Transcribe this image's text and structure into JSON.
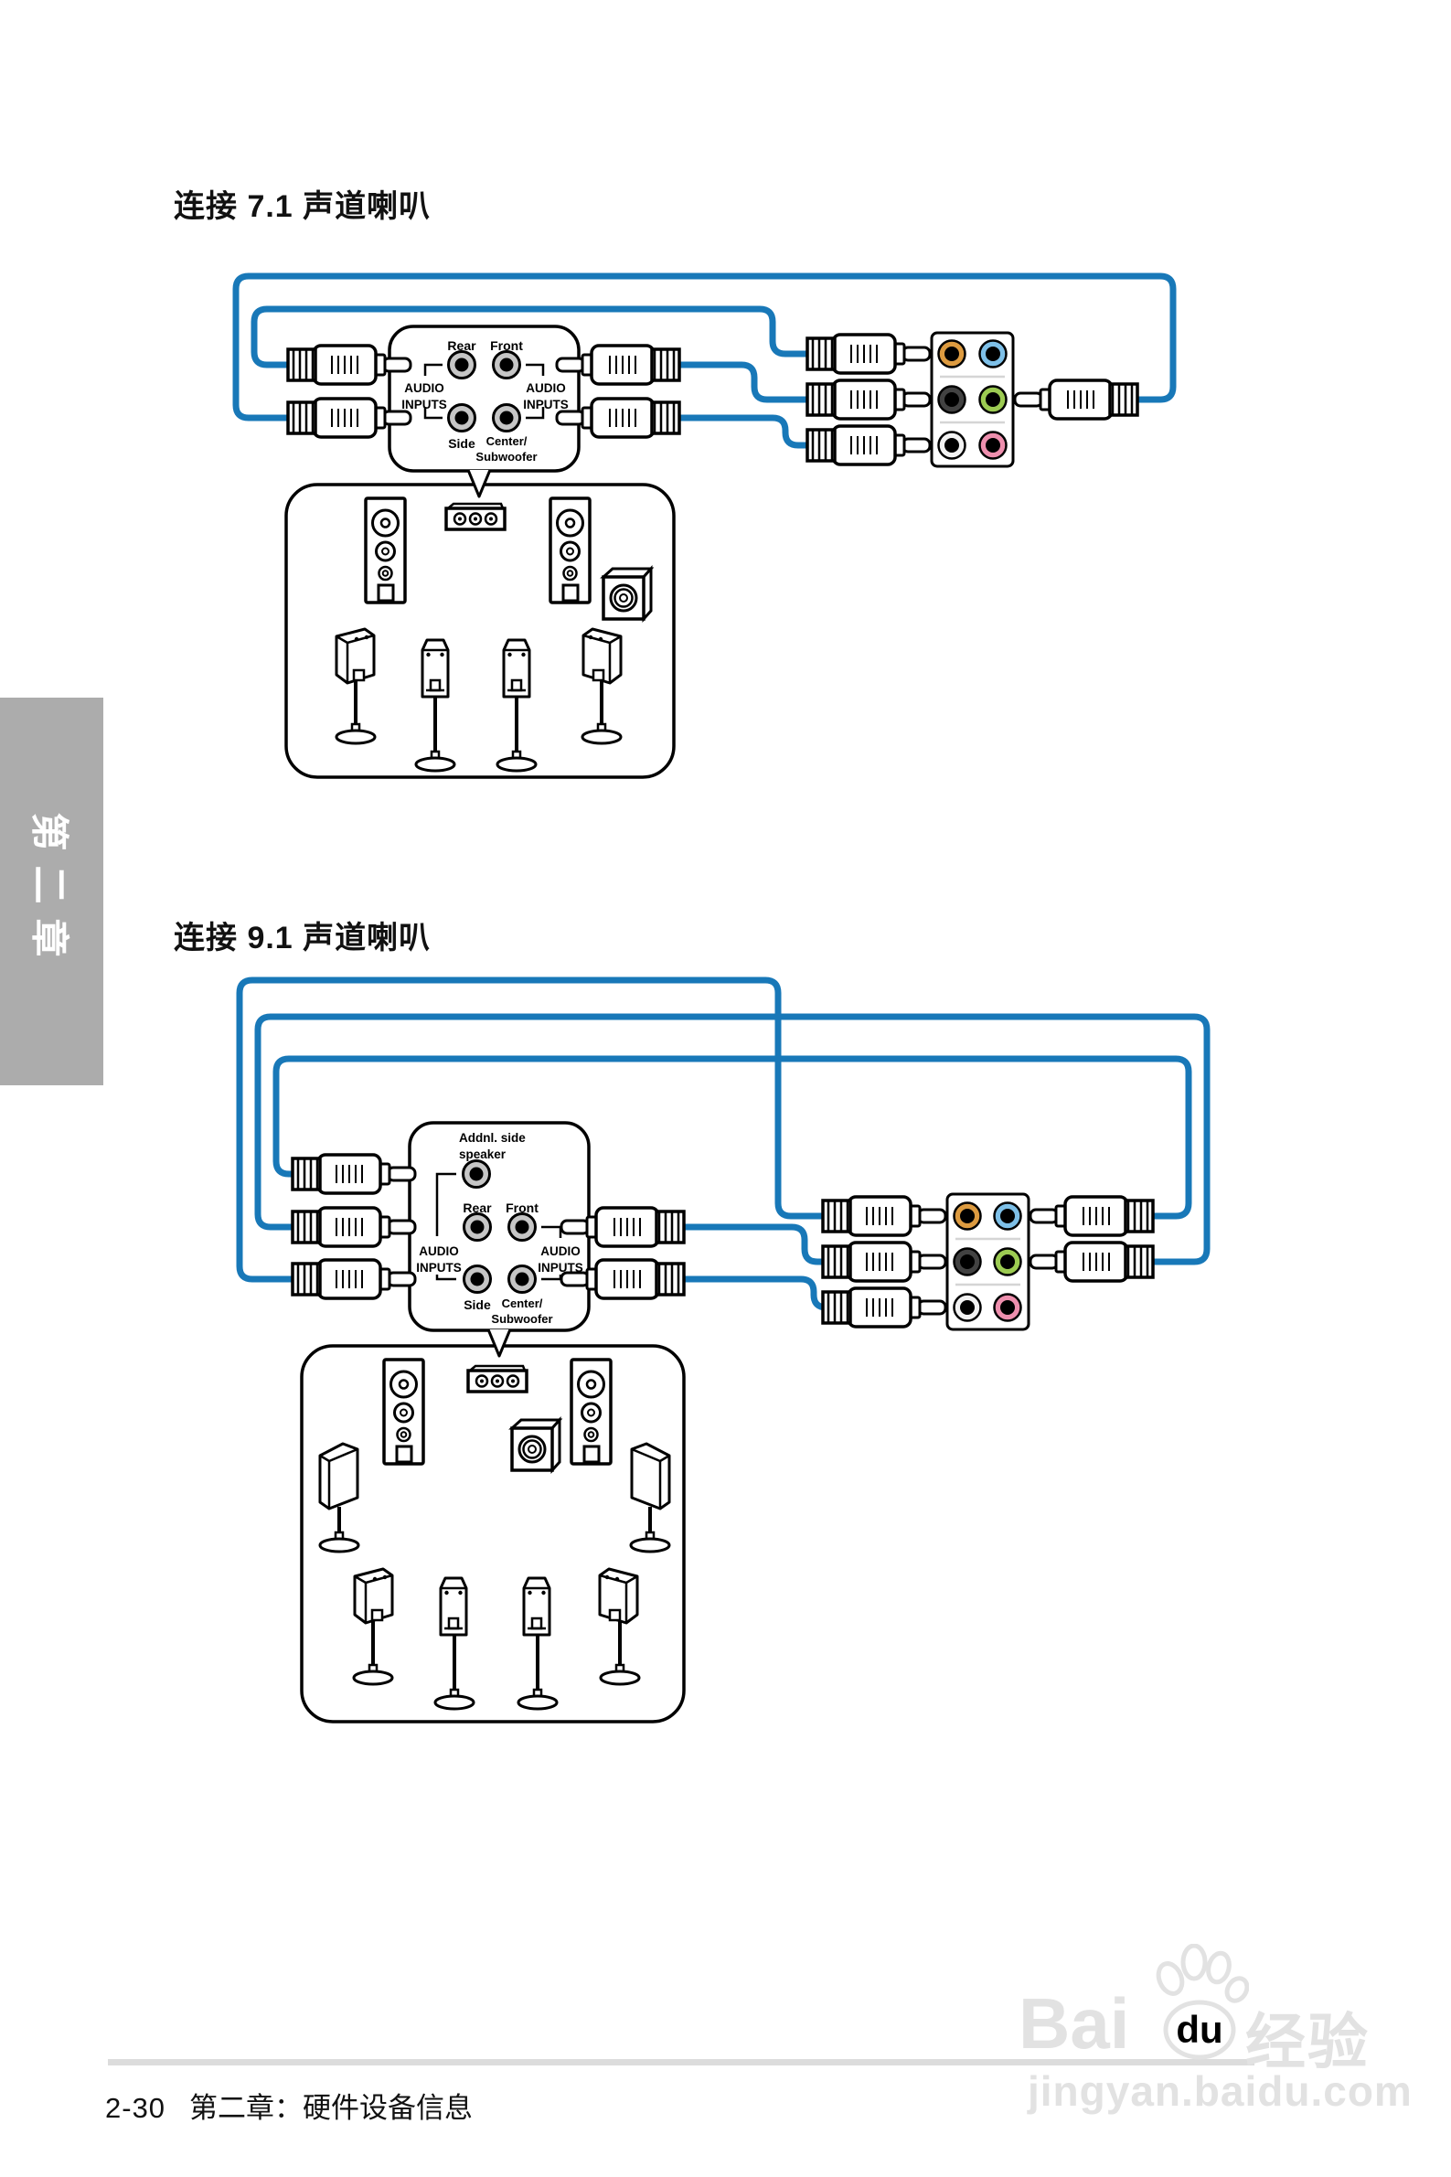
{
  "page": {
    "section_71_title": "连接 7.1 声道喇叭",
    "section_91_title": "连接 9.1 声道喇叭",
    "chapter_tab_label": "第二章",
    "footer": {
      "page_number": "2-30",
      "chapter_info": "第二章：硬件设备信息"
    }
  },
  "diagram_labels": {
    "rear": "Rear",
    "front": "Front",
    "side": "Side",
    "center_line1": "Center/",
    "center_line2": "Subwoofer",
    "audio_line1": "AUDIO",
    "audio_line2": "INPUTS",
    "addnl_line1": "Addnl. side",
    "addnl_line2": "speaker"
  },
  "watermark": {
    "brand_prefix": "Bai",
    "brand_paw_text": "du",
    "brand_suffix": "经验",
    "site_url": "jingyan.baidu.com"
  },
  "colors": {
    "cable-blue": "#1878B8",
    "jack-orange": "#DD9B40",
    "jack-blue": "#7EC0E8",
    "jack-gray": "#424242",
    "jack-green": "#9CCB52",
    "jack-white": "#F2F2F2",
    "jack-pink": "#EE8FAE",
    "jack-ring": "#C6C6C6",
    "tab-gray": "#ACACAC",
    "rule-gray": "#DCDCDC",
    "watermark-gray": "#E2E2E2"
  }
}
